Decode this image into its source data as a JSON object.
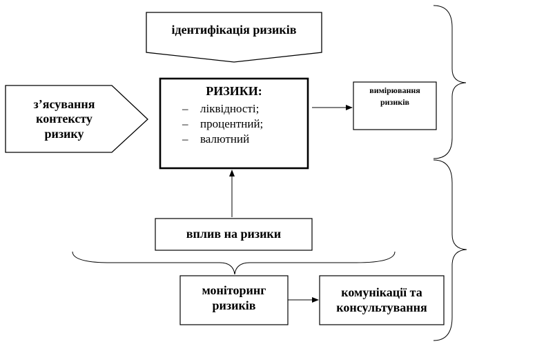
{
  "boxes": {
    "identification": "ідентифікація ризиків",
    "context": [
      "з’ясування",
      "контексту",
      "ризику"
    ],
    "risks_title": "РИЗИКИ:",
    "risks_items": [
      "ліквідності;",
      "процентний;",
      "валютний"
    ],
    "measurement": [
      "вимірювання",
      "ризиків"
    ],
    "influence": "вплив на ризики",
    "monitoring": [
      "моніторинг",
      "ризиків"
    ],
    "communication": [
      "комунікації та",
      "консультування"
    ]
  },
  "colors": {
    "stroke": "#000000",
    "fill": "#ffffff",
    "text": "#000000"
  }
}
